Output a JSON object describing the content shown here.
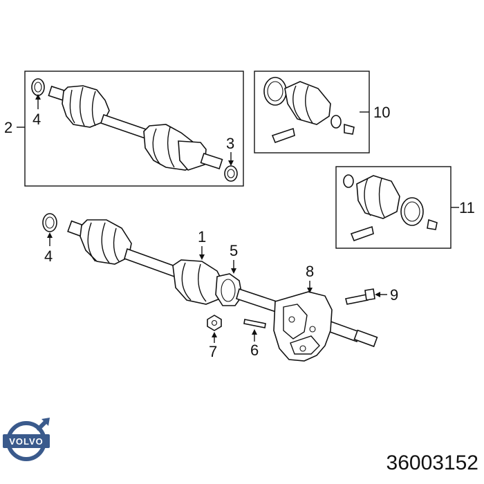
{
  "callouts": {
    "c1": "1",
    "c2": "2",
    "c3": "3",
    "c4_top": "4",
    "c4_bottom": "4",
    "c5": "5",
    "c6": "6",
    "c7": "7",
    "c8": "8",
    "c9": "9",
    "c10": "10",
    "c11": "11"
  },
  "part_number": "36003152",
  "brand_logo": {
    "name": "VOLVO",
    "color": "#3a5a8c"
  }
}
